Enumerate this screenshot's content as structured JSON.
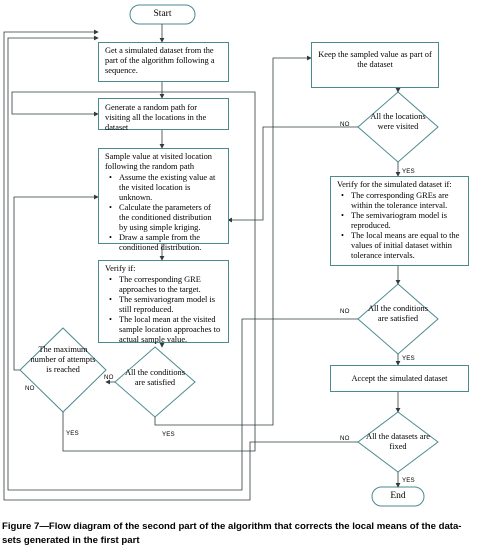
{
  "start": "Start",
  "end": "End",
  "get_dataset": "Get a simulated dataset from the part of the algorithm following a sequence.",
  "random_path": "Generate a random path for visiting all the locations in the dataset",
  "sample_title": "Sample value at visited location following the random path",
  "sample_bullets": [
    "Assume the existing value at the visited location is unknown.",
    "Calculate the parameters of the conditioned distribution by using simple kriging.",
    "Draw a sample from the conditioned distribution."
  ],
  "verify_title": "Verify if:",
  "verify_bullets": [
    "The corresponding GRE approaches to the target.",
    "The semivariogram model is still reproduced.",
    "The local mean at the visited sample location approaches to actual sample value."
  ],
  "all_conditions_left": "All the conditions are satisfied",
  "max_attempts": "The maximum number of attempts is reached",
  "keep_sampled": "Keep the sampled value as part of the dataset",
  "all_locations": "All the locations were visited",
  "verify_sim_title": "Verify for the simulated dataset if:",
  "verify_sim_bullets": [
    "The corresponding GREs are within the tolerance interval.",
    "The semivariogram model is reproduced.",
    "The local means are equal to the values of initial dataset within tolerance intervals."
  ],
  "all_conditions_right": "All the conditions are satisfied",
  "accept": "Accept the simulated dataset",
  "all_datasets": "All the datasets are fixed",
  "labels": {
    "no": "NO",
    "yes": "YES"
  },
  "caption": "Figure 7—Flow diagram of the second part of the algorithm that corrects the local means of the data-sets generated in the first part"
}
